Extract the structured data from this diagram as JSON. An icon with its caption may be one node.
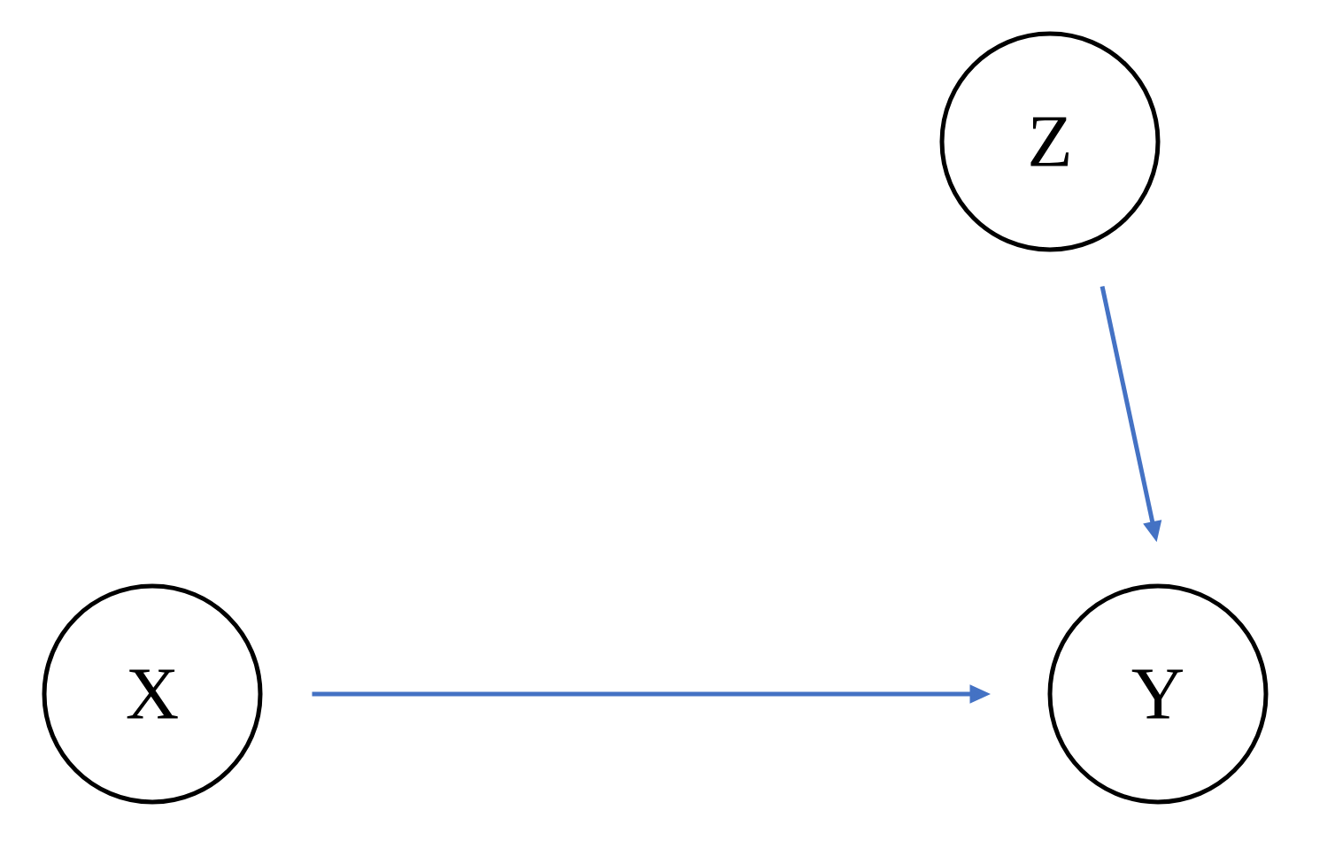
{
  "diagram": {
    "nodes": [
      {
        "text": [
          "Z"
        ]
      },
      {
        "text": [
          "X"
        ]
      },
      {
        "text": [
          "Y"
        ]
      }
    ],
    "edges": [
      {
        "from": 1,
        "to": 2,
        "arrow": "to"
      },
      {
        "from": 0,
        "to": 2,
        "arrow": "to"
      }
    ]
  }
}
